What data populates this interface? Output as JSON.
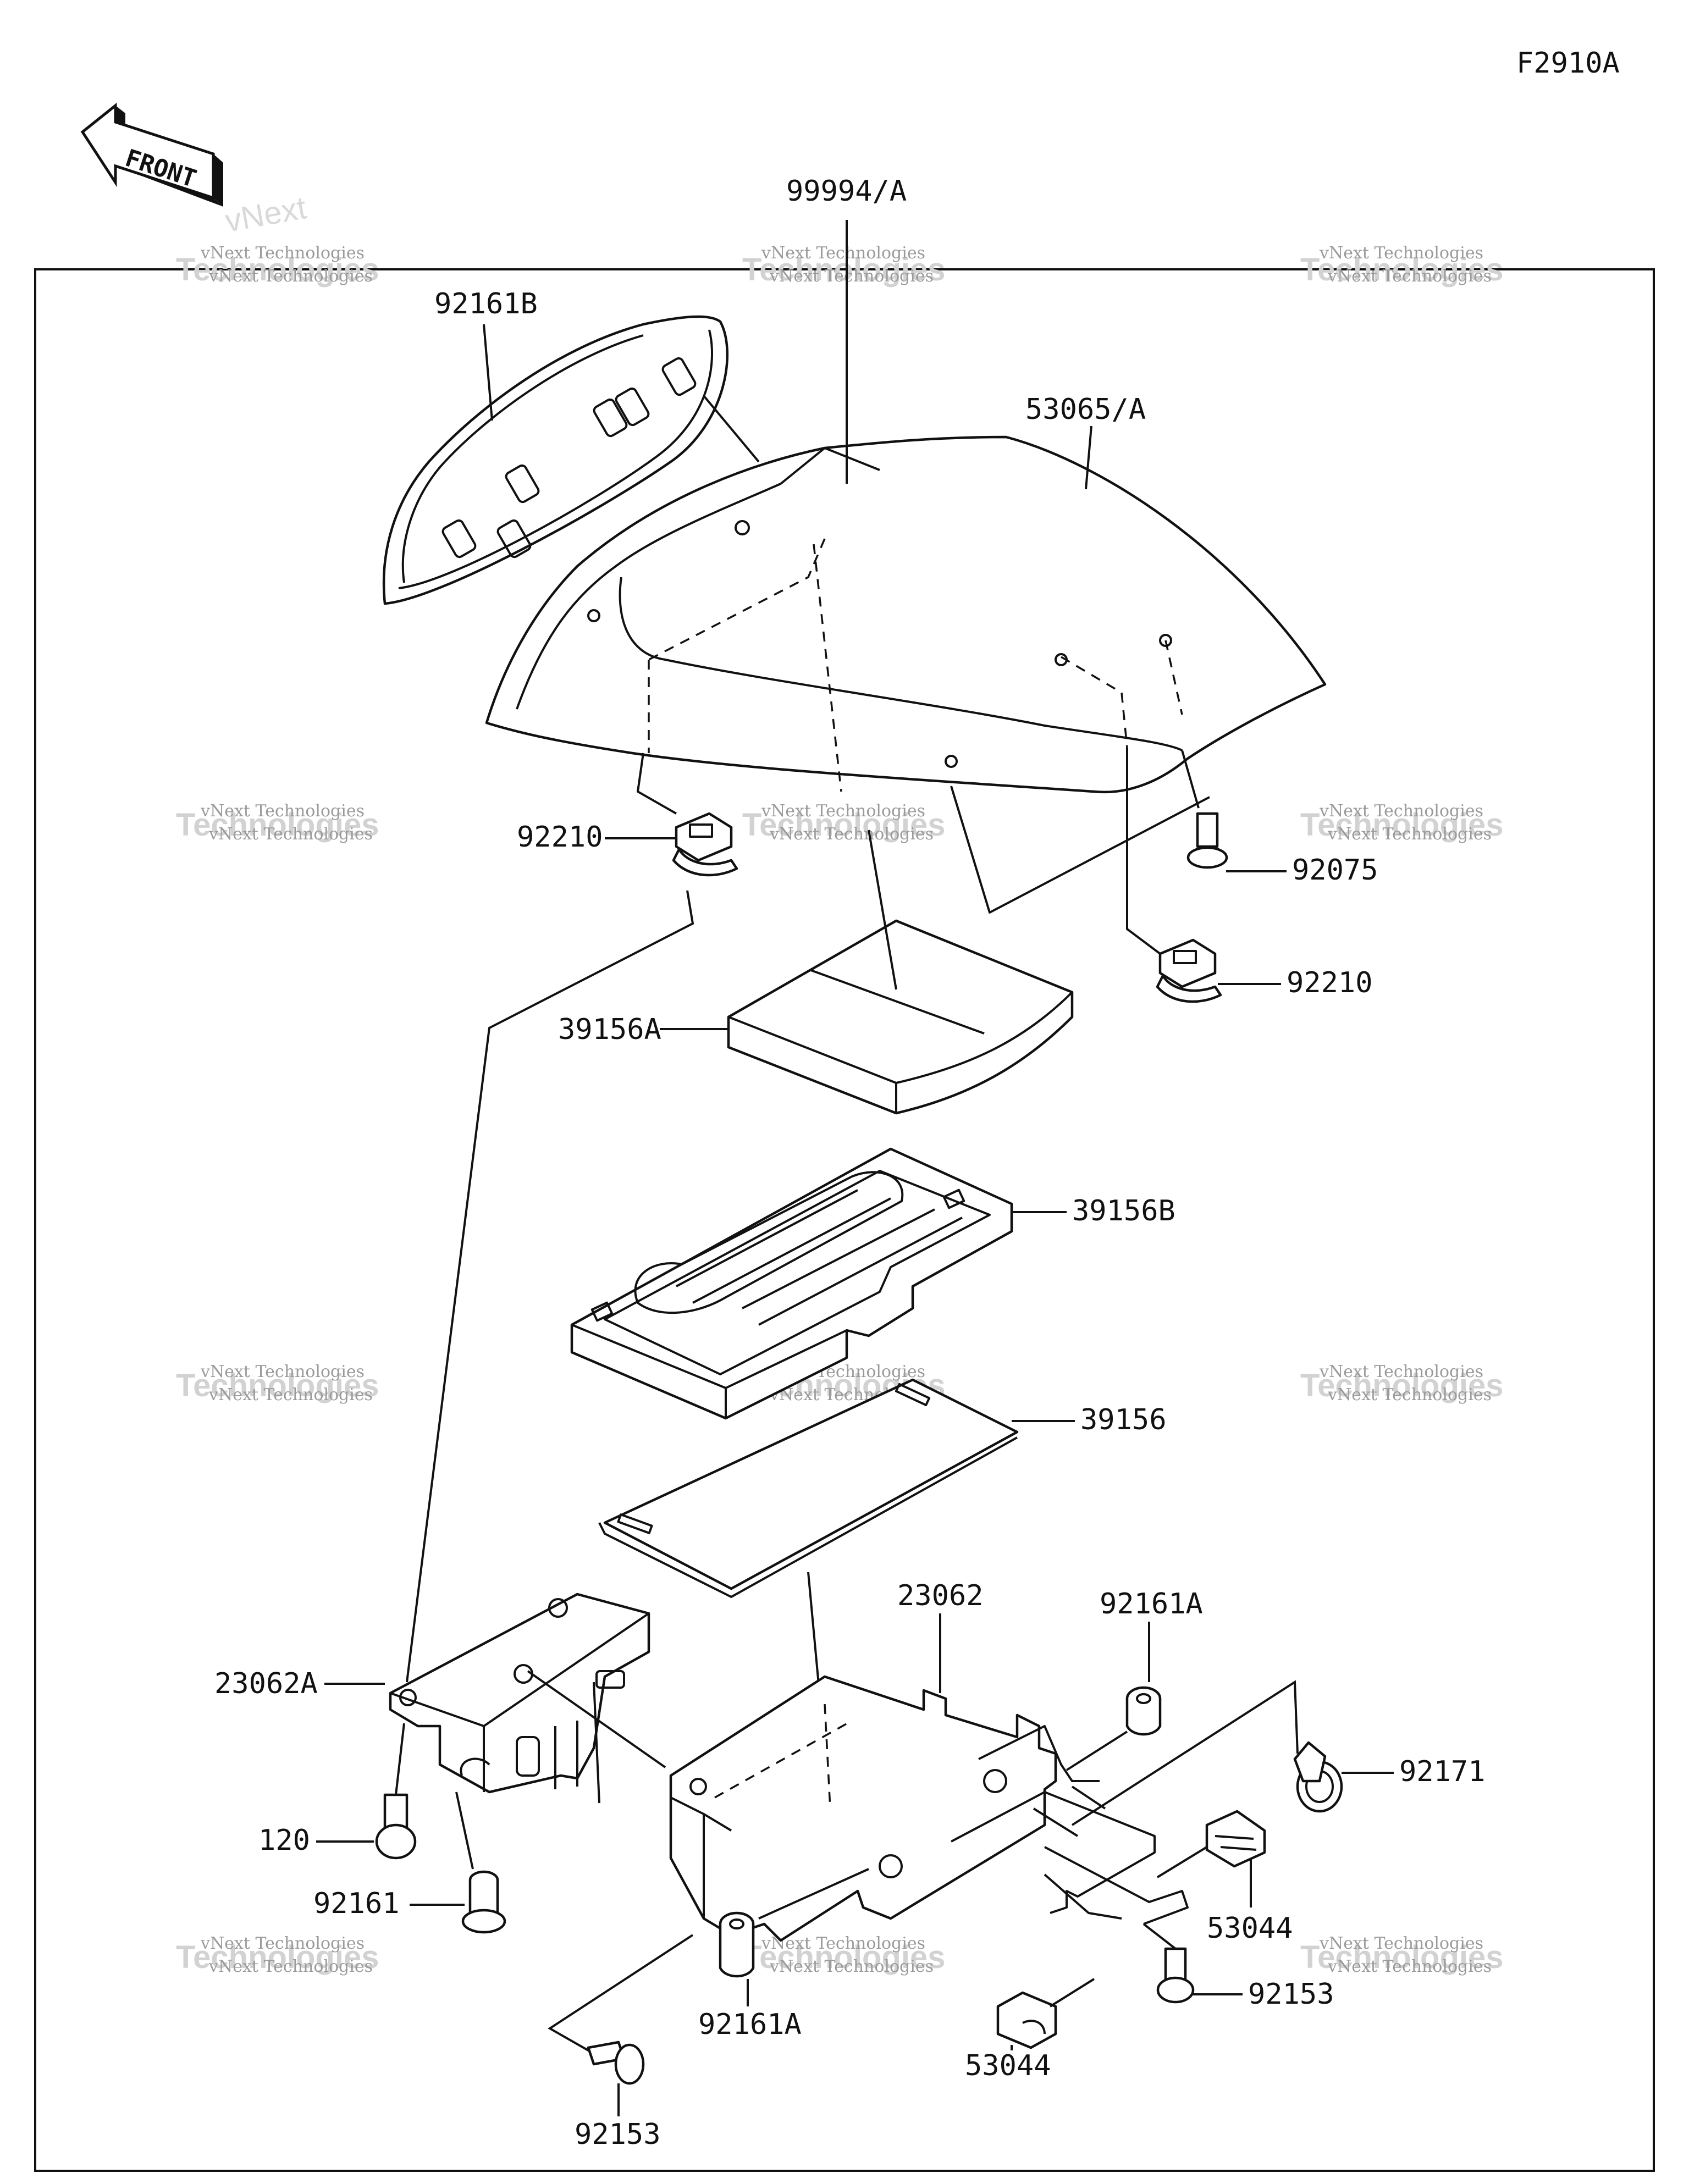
{
  "diagram_code": "F2910A",
  "front_arrow_text": "FRONT",
  "watermark": {
    "line1": "vNext Technologies",
    "line2": "vNext",
    "line3": "Technologies"
  },
  "parts": {
    "p99994A": "99994/A",
    "p92161B": "92161B",
    "p53065A": "53065/A",
    "p92210_left": "92210",
    "p92075": "92075",
    "p92210_right": "92210",
    "p39156A": "39156A",
    "p39156B": "39156B",
    "p39156": "39156",
    "p23062": "23062",
    "p92161A_top": "92161A",
    "p23062A": "23062A",
    "p92171": "92171",
    "p120": "120",
    "p53044_right": "53044",
    "p92161": "92161",
    "p92153_right": "92153",
    "p92161A_bottom": "92161A",
    "p53044_bottom": "53044",
    "p92153_bottom": "92153"
  }
}
